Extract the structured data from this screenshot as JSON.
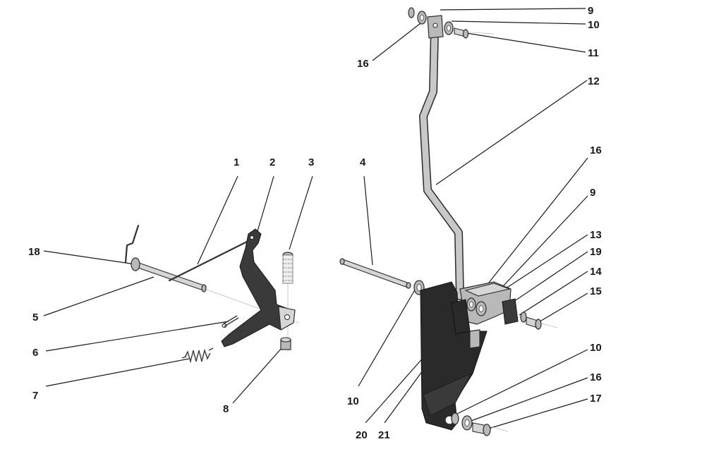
{
  "callouts": {
    "c1": "1",
    "c2": "2",
    "c3": "3",
    "c4": "4",
    "c5": "5",
    "c6": "6",
    "c7": "7",
    "c8": "8",
    "c9a": "9",
    "c9b": "9",
    "c10a": "10",
    "c10b": "10",
    "c10c": "10",
    "c11": "11",
    "c12": "12",
    "c13": "13",
    "c14": "14",
    "c15": "15",
    "c16a": "16",
    "c16b": "16",
    "c16c": "16",
    "c17": "17",
    "c18": "18",
    "c19": "19",
    "c20": "20",
    "c21": "21"
  }
}
